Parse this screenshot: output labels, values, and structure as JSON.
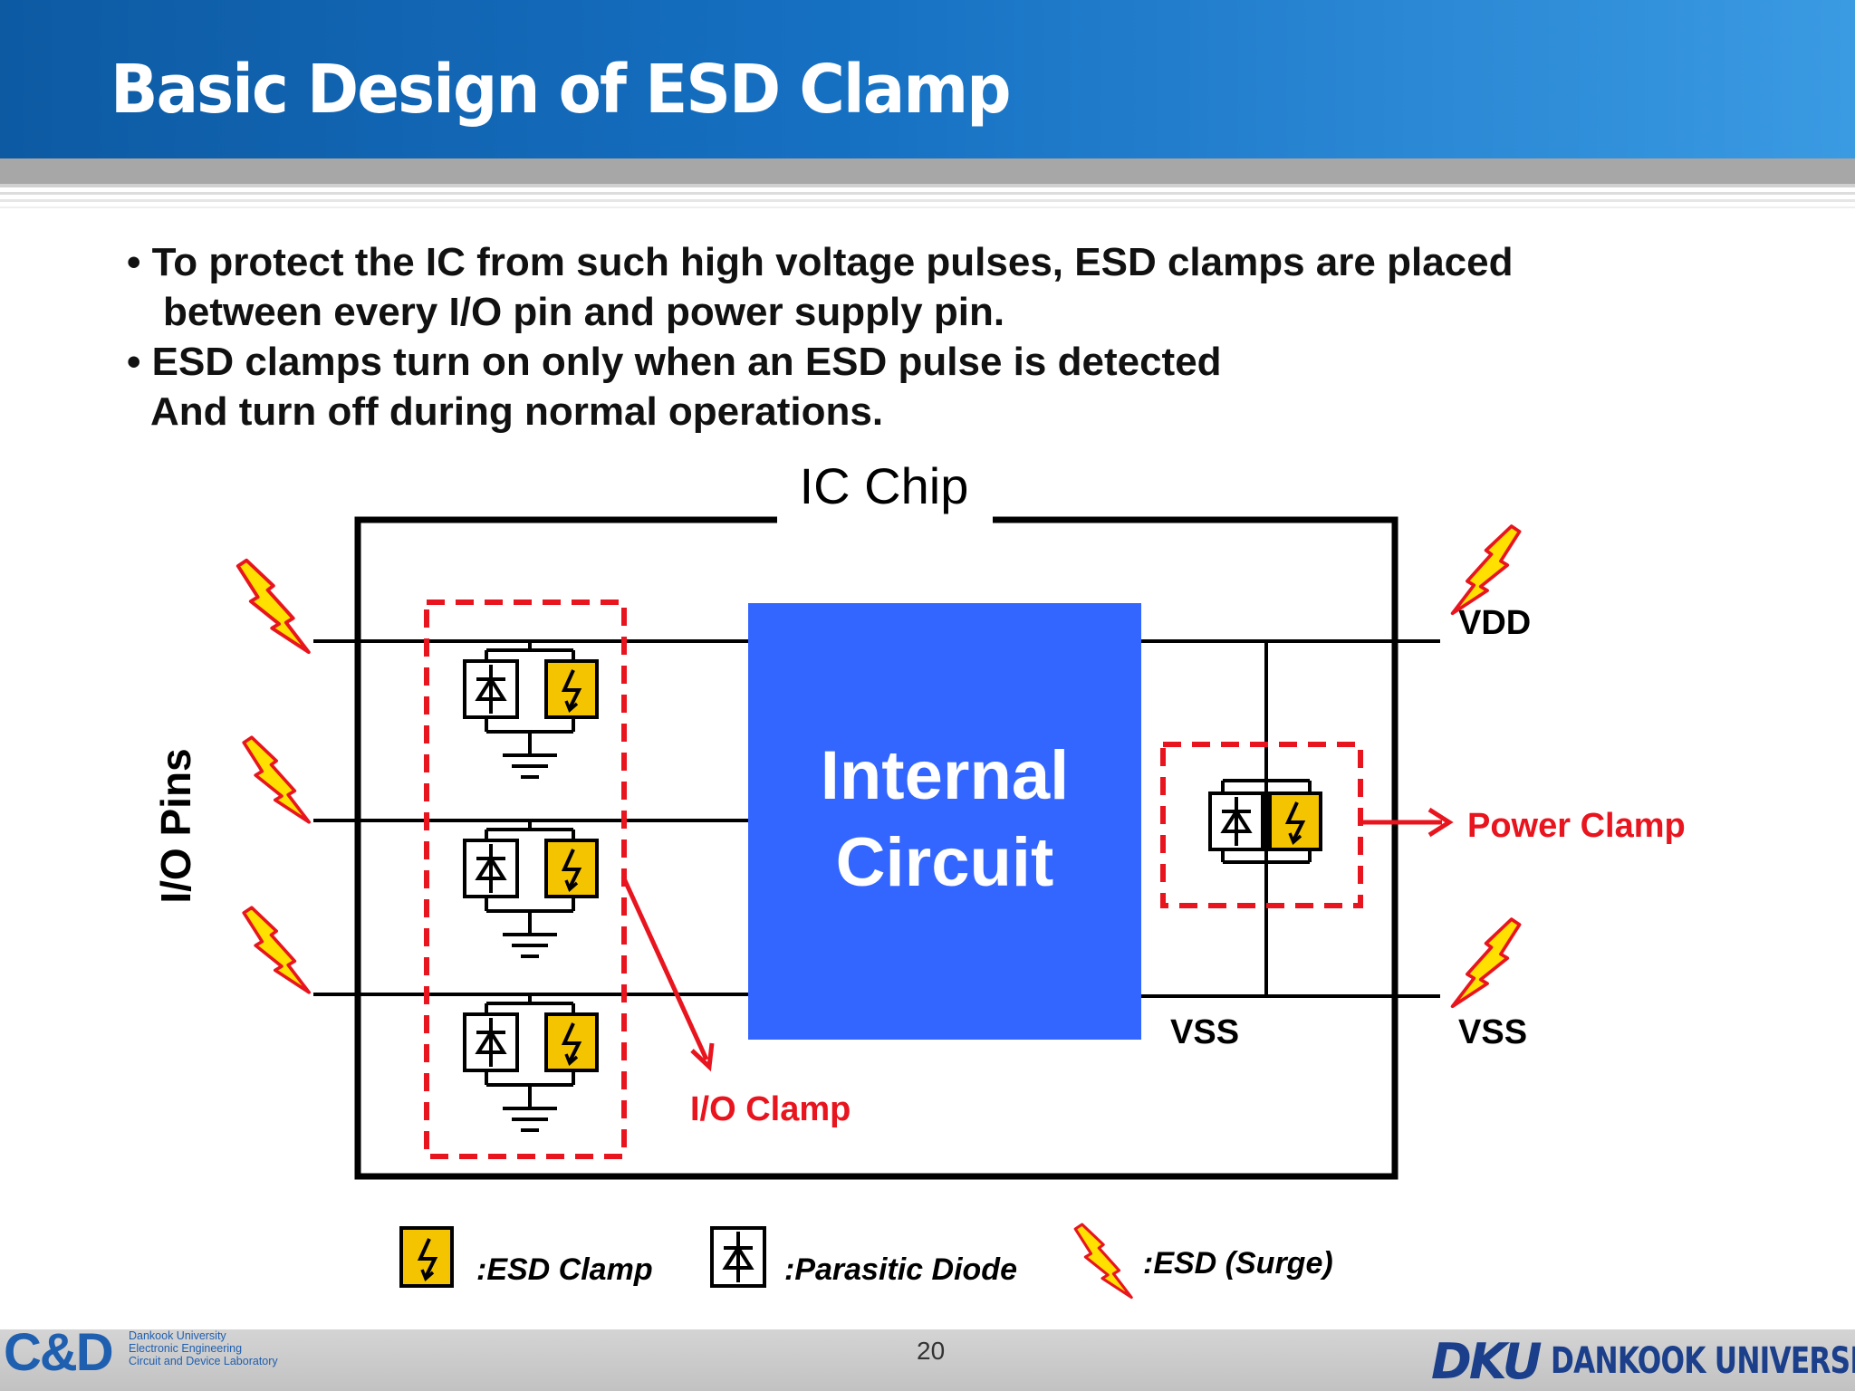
{
  "slide": {
    "title": "Basic Design of ESD Clamp",
    "bullets": [
      "• To protect the IC from such high voltage pulses, ESD clamps are placed",
      "between every I/O pin and power supply pin.",
      "• ESD clamps turn on only when an ESD pulse is detected",
      "And turn off during normal operations."
    ]
  },
  "diagram": {
    "chip_label": "IC Chip",
    "internal_circuit": [
      "Internal",
      "Circuit"
    ],
    "io_pins_label": "I/O Pins",
    "vdd_label": "VDD",
    "vss_inner_label": "VSS",
    "vss_outer_label": "VSS",
    "power_clamp_label": "Power Clamp",
    "io_clamp_label": "I/O Clamp"
  },
  "legend": {
    "esd_clamp": ":ESD Clamp",
    "parasitic_diode": ":Parasitic Diode",
    "esd_surge": ":ESD (Surge)"
  },
  "footer": {
    "logo_text": "C&D",
    "lab_lines": [
      "Dankook University",
      "Electronic Engineering",
      "Circuit and Device Laboratory"
    ],
    "page_number": "20",
    "university_mark": "DKU",
    "university_name": "DANKOOK UNIVERSITY"
  },
  "colors": {
    "header_blue": "#1670c2",
    "internal_circuit_blue": "#3366ff",
    "clamp_red": "#e8141e",
    "esd_clamp_yellow": "#f5c400",
    "lightning_yellow": "#ffe000"
  }
}
